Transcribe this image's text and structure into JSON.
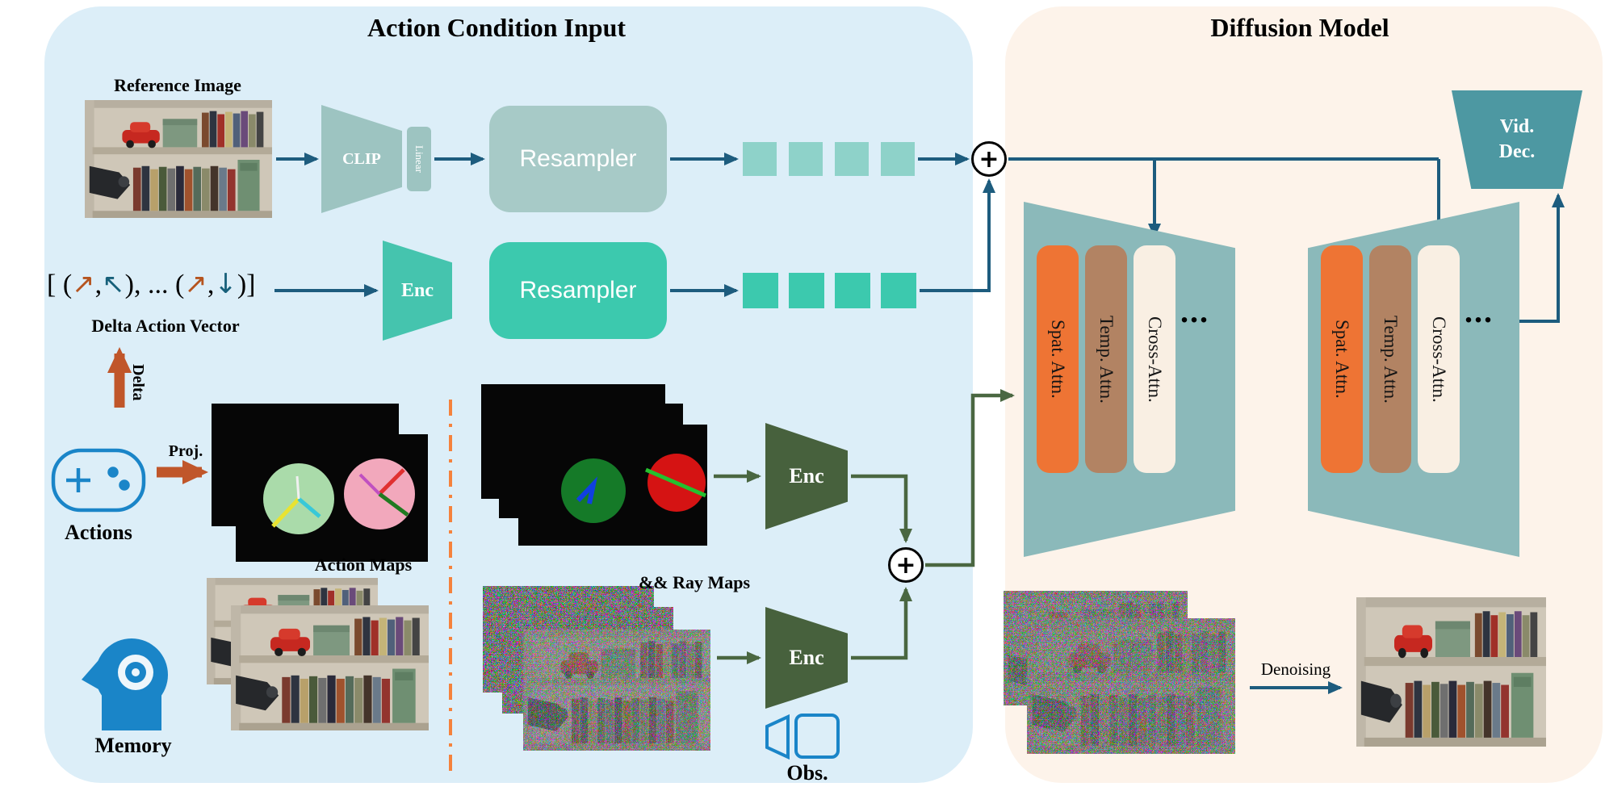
{
  "panels": {
    "action": {
      "title": "Action Condition Input"
    },
    "diffusion": {
      "title": "Diffusion Model"
    }
  },
  "blocks": {
    "clip": "CLIP",
    "linear": "Linear",
    "resampler_image": "Resampler",
    "resampler_action": "Resampler",
    "enc_action": "Enc",
    "enc_ray": "Enc",
    "enc_obs": "Enc",
    "vid_dec_line1": "Vid.",
    "vid_dec_line2": "Dec."
  },
  "labels": {
    "reference_image": "Reference Image",
    "delta_action_vector": "Delta Action Vector",
    "delta": "Delta",
    "actions": "Actions",
    "proj": "Proj.",
    "action_maps": "Action Maps",
    "ray_maps": "&& Ray Maps",
    "memory": "Memory",
    "obs": "Obs.",
    "denoising": "Denoising",
    "plus": "+",
    "ellipsis": "..."
  },
  "delta_vector_parts": [
    "[ (",
    "↗",
    ",",
    "↖",
    "), ... (",
    "↗",
    ",",
    "↓",
    ")]"
  ],
  "attention": [
    "Spat. Attn.",
    "Temp. Attn.",
    "Cross-Attn."
  ],
  "colors": {
    "panel_action_bg": "#dceef8",
    "panel_diffusion_bg": "#fdf3ea",
    "arrow_blue": "#1d5c7e",
    "arrow_green": "#4a6741",
    "arrow_orange": "#c0562a",
    "teal": "#3cc9ae",
    "teal_muted": "#a7cac7",
    "token_light_teal": "#8ed2c9",
    "dark_green_enc": "#47613d",
    "unet_teal": "#8bb9ba",
    "spat_orange": "#ee7434",
    "temp_tan": "#b28363",
    "cross_cream": "#f9efe3",
    "vid_dec_teal": "#4d98a2",
    "icon_blue": "#1a85c8"
  }
}
